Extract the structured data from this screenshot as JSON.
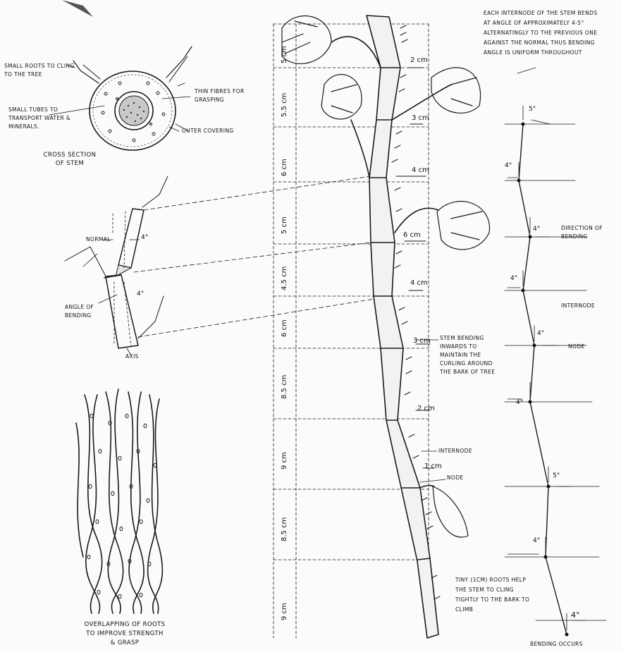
{
  "cross_section": {
    "label_roots": "SMALL ROOTS TO CLING TO THE TREE",
    "label_tubes": "SMALL TUBES TO TRANSPORT WATER & MINERALS.",
    "label_fibres": "THIN FIBRES FOR GRASPING",
    "label_outer": "OUTER COVERING",
    "title": "CROSS SECTION OF STEM"
  },
  "bend_detail": {
    "label_normal": "NORMAL",
    "label_angle": "ANGLE OF BENDING",
    "label_axis": "AXIS",
    "angle_top": "4°",
    "angle_bottom": "4°"
  },
  "roots_caption": "OVERLAPPING OF ROOTS TO IMPROVE STRENGTH & GRASP",
  "internode_lengths": [
    "5 cm",
    "5.5 cm",
    "6 cm",
    "5 cm",
    "4.5 cm",
    "6 cm",
    "8.5 cm",
    "9 cm",
    "8.5 cm",
    "9 cm"
  ],
  "node_gaps": [
    "2 cm",
    "3 cm",
    "4 cm",
    "6 cm",
    "4 cm",
    "3 cm",
    "2 cm",
    "1 cm"
  ],
  "stem_notes": {
    "bending_inwards": "STEM BENDING INWARDS TO MAINTAIN THE CURLING AROUND THE BARK OF TREE",
    "internode": "INTERNODE",
    "node": "NODE",
    "tiny_roots": "TINY (1cm) ROOTS HELP THE STEM TO CLING TIGHTLY TO THE BARK TO CLIMB"
  },
  "zigzag": {
    "header": "EACH INTERNODE OF THE STEM BENDS AT ANGLE OF APPROXIMATELY 4-5° ALTERNATINGLY TO THE PREVIOUS ONE AGAINST THE NORMAL THUS BENDING ANGLE IS UNIFORM THROUGHOUT",
    "direction": "DIRECTION OF BENDING",
    "internode": "INTERNODE",
    "node": "NODE",
    "footer": "BENDING OCCURS",
    "angles": [
      "5°",
      "4°",
      "4°",
      "4°",
      "4°",
      "4°",
      "5°",
      "4°",
      "4°"
    ]
  }
}
